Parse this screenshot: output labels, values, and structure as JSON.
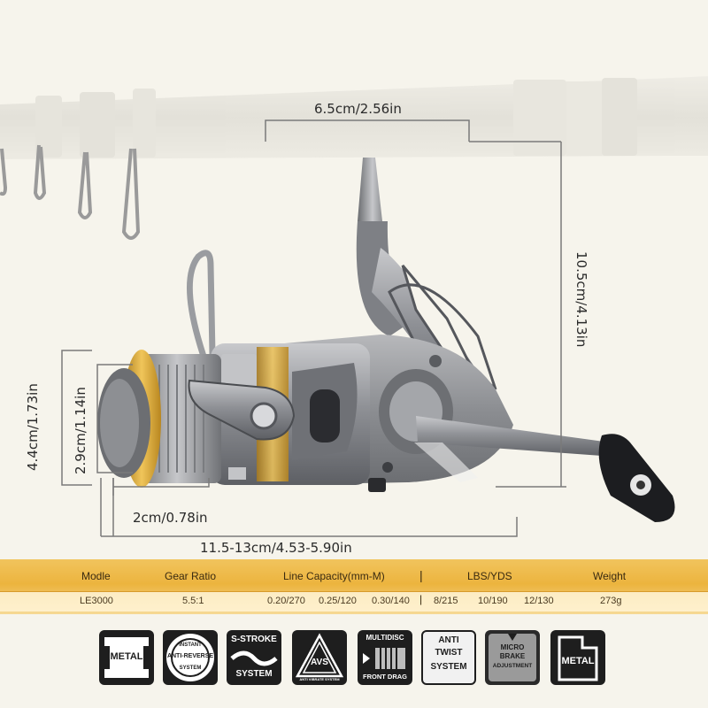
{
  "dimensions": {
    "top_width": "6.5cm/2.56in",
    "height": "10.5cm/4.13in",
    "spool_outer": "4.4cm/1.73in",
    "spool_inner": "2.9cm/1.14in",
    "spool_width": "2cm/0.78in",
    "length": "11.5-13cm/4.53-5.90in"
  },
  "spec_table": {
    "headers": {
      "model": "Modle",
      "gear_ratio": "Gear Ratio",
      "line_capacity": "Line Capacity(mm-M)",
      "separator": "|",
      "lbs_yds": "LBS/YDS",
      "weight": "Weight"
    },
    "row": {
      "model": "LE3000",
      "gear_ratio": "5.5:1",
      "line_mm_1": "0.20/270",
      "line_mm_2": "0.25/120",
      "line_mm_3": "0.30/140",
      "separator": "|",
      "lbs_1": "8/215",
      "lbs_2": "10/190",
      "lbs_3": "12/130",
      "weight": "273g"
    }
  },
  "features": [
    {
      "icon": "metal-body-icon",
      "label": "METAL"
    },
    {
      "icon": "instant-anti-reverse-icon",
      "line1": "INSTANT",
      "line2": "ANTI-REVERSE",
      "line3": "SYSTEM"
    },
    {
      "icon": "s-stroke-icon",
      "line1": "S-STROKE",
      "line2": "SYSTEM"
    },
    {
      "icon": "avs-icon",
      "label": "AVS",
      "sub": "ANTI VIBRATE SYSTEM"
    },
    {
      "icon": "multidisc-drag-icon",
      "line1": "MULTIDISC",
      "line2": "FRONT DRAG"
    },
    {
      "icon": "anti-twist-icon",
      "line1": "ANTI",
      "line2": "TWIST",
      "line3": "SYSTEM"
    },
    {
      "icon": "micro-brake-icon",
      "line1": "MICRO",
      "line2": "BRAKE",
      "line3": "ADJUSTMENT"
    },
    {
      "icon": "metal-handle-icon",
      "label": "METAL"
    }
  ],
  "colors": {
    "background": "#f6f4ec",
    "gold": "#e9b13a",
    "reel_gray": "#8a8c90",
    "icon_dark": "#1e1e1e"
  }
}
